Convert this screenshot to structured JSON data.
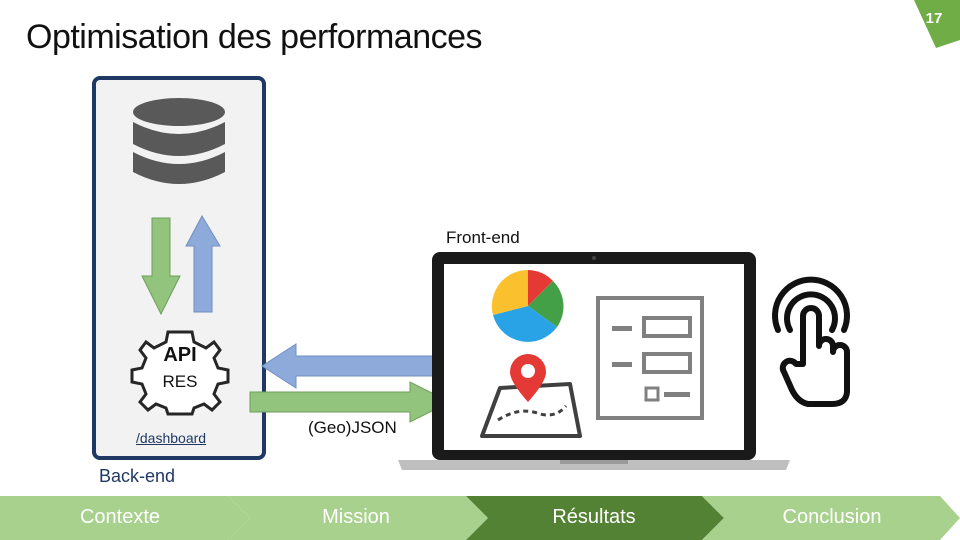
{
  "slide": {
    "title": "Optimisation des performances",
    "page_number": "17"
  },
  "diagram": {
    "backend_label": "Back-end",
    "endpoint_label": "/dashboard",
    "api_label": "API",
    "res_label": "RES",
    "frontend_label": "Front-end",
    "format_label": "(Geo)JSON",
    "icons": [
      "database-icon",
      "gear-icon",
      "laptop-icon",
      "pie-chart-icon",
      "map-pin-icon",
      "form-list-icon",
      "touch-hand-icon"
    ]
  },
  "nav": {
    "items": [
      {
        "label": "Contexte",
        "active": false
      },
      {
        "label": "Mission",
        "active": false
      },
      {
        "label": "Résultats",
        "active": true
      },
      {
        "label": "Conclusion",
        "active": false
      }
    ]
  },
  "colors": {
    "dark_blue": "#1f3864",
    "green_arrow": "#92c47d",
    "blue_arrow": "#8eaadb",
    "nav_light": "#a9d18e",
    "nav_dark": "#548235",
    "badge": "#70ad47"
  }
}
